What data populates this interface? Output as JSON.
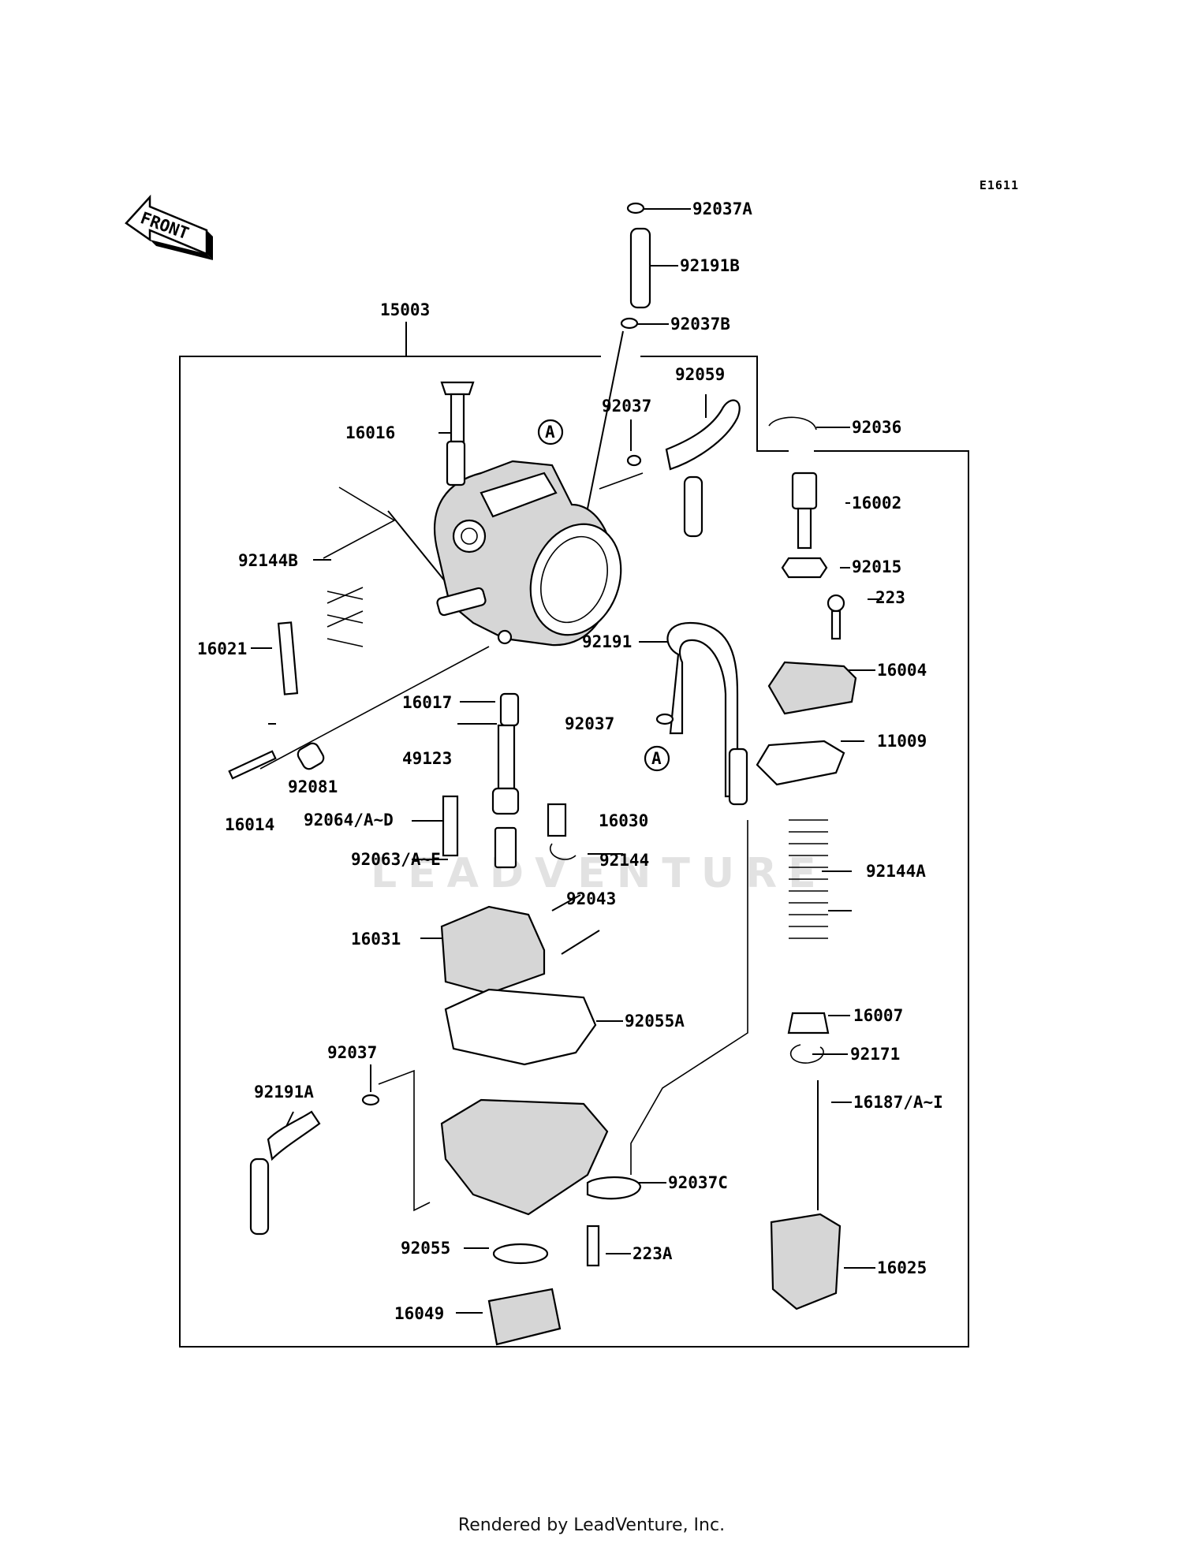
{
  "diagram_code": "E1611",
  "front_label": "FRONT",
  "callout_letter": "A",
  "watermark": "LEADVENTURE",
  "footer": "Rendered by LeadVenture, Inc.",
  "parts": [
    {
      "id": "p92037A",
      "label": "92037A"
    },
    {
      "id": "p92191B",
      "label": "92191B"
    },
    {
      "id": "p92037B",
      "label": "92037B"
    },
    {
      "id": "p15003",
      "label": "15003"
    },
    {
      "id": "p92059",
      "label": "92059"
    },
    {
      "id": "p92037a",
      "label": "92037"
    },
    {
      "id": "p16016",
      "label": "16016"
    },
    {
      "id": "p92036",
      "label": "92036"
    },
    {
      "id": "p16002",
      "label": "16002"
    },
    {
      "id": "p92144B",
      "label": "92144B"
    },
    {
      "id": "p92015",
      "label": "92015"
    },
    {
      "id": "p223",
      "label": "223"
    },
    {
      "id": "p16021",
      "label": "16021"
    },
    {
      "id": "p92191",
      "label": "92191"
    },
    {
      "id": "p16004",
      "label": "16004"
    },
    {
      "id": "p16017",
      "label": "16017"
    },
    {
      "id": "p92037b",
      "label": "92037"
    },
    {
      "id": "p11009",
      "label": "11009"
    },
    {
      "id": "p49123",
      "label": "49123"
    },
    {
      "id": "p92081",
      "label": "92081"
    },
    {
      "id": "p16014",
      "label": "16014"
    },
    {
      "id": "p92064",
      "label": "92064/A~D"
    },
    {
      "id": "p16030",
      "label": "16030"
    },
    {
      "id": "p92063",
      "label": "92063/A~E"
    },
    {
      "id": "p92144",
      "label": "92144"
    },
    {
      "id": "p92144A",
      "label": "92144A"
    },
    {
      "id": "p92043",
      "label": "92043"
    },
    {
      "id": "p16031",
      "label": "16031"
    },
    {
      "id": "p92055A",
      "label": "92055A"
    },
    {
      "id": "p16007",
      "label": "16007"
    },
    {
      "id": "p92037c",
      "label": "92037"
    },
    {
      "id": "p92171",
      "label": "92171"
    },
    {
      "id": "p92191A",
      "label": "92191A"
    },
    {
      "id": "p16187",
      "label": "16187/A~I"
    },
    {
      "id": "p92037C",
      "label": "92037C"
    },
    {
      "id": "p92055",
      "label": "92055"
    },
    {
      "id": "p223A",
      "label": "223A"
    },
    {
      "id": "p16025",
      "label": "16025"
    },
    {
      "id": "p16049",
      "label": "16049"
    }
  ]
}
